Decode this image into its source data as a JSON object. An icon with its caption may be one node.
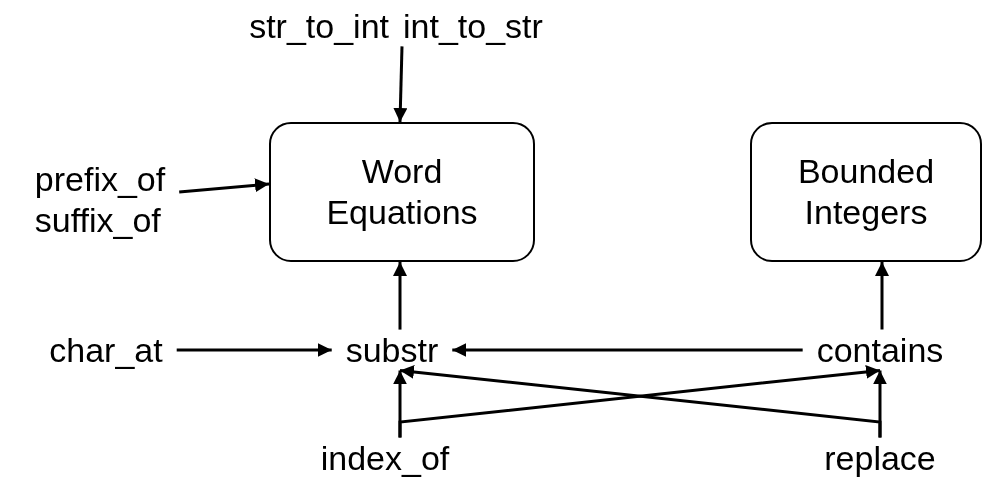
{
  "diagram": {
    "nodes": [
      {
        "text": [
          "str_to_int",
          "int_to_str"
        ]
      },
      {
        "text": [
          "prefix_of",
          "suffix_of"
        ]
      },
      {
        "text": [
          "Word Equations"
        ]
      },
      {
        "text": [
          "Bounded Integers"
        ]
      },
      {
        "text": [
          "char_at"
        ]
      },
      {
        "text": [
          "substr"
        ]
      },
      {
        "text": [
          "contains"
        ]
      },
      {
        "text": [
          "index_of"
        ]
      },
      {
        "text": [
          "replace"
        ]
      }
    ],
    "edges": [
      {
        "from": 0,
        "to": 2,
        "arrow": "to"
      },
      {
        "from": 1,
        "to": 2,
        "arrow": "to"
      },
      {
        "from": 5,
        "to": 2,
        "arrow": "to"
      },
      {
        "from": 6,
        "to": 3,
        "arrow": "to"
      },
      {
        "from": 4,
        "to": 5,
        "arrow": "to"
      },
      {
        "from": 6,
        "to": 5,
        "arrow": "to"
      },
      {
        "from": 7,
        "to": 5,
        "arrow": "to"
      },
      {
        "from": 7,
        "to": 6,
        "arrow": "to"
      },
      {
        "from": 8,
        "to": 6,
        "arrow": "to"
      },
      {
        "from": 8,
        "to": 5,
        "arrow": "to"
      }
    ]
  }
}
